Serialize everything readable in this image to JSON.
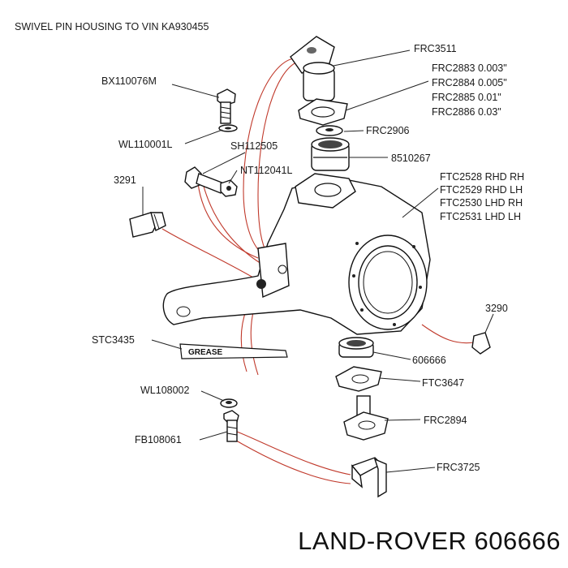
{
  "title": "SWIVEL PIN HOUSING TO VIN KA930455",
  "brand": "LAND-ROVER 606666",
  "grease_label": "GREASE",
  "labels": {
    "frc3511": "FRC3511",
    "frc2883": "FRC2883 0.003\"",
    "frc2884": "FRC2884 0.005\"",
    "frc2885": "FRC2885 0.01\"",
    "frc2886": "FRC2886 0.03\"",
    "bx110076m": "BX110076M",
    "frc2906": "FRC2906",
    "wl110001l": "WL110001L",
    "sh112505": "SH112505",
    "p8510267": "8510267",
    "nt112041l": "NT112041L",
    "ftc2528": "FTC2528 RHD RH",
    "ftc2529": "FTC2529 RHD LH",
    "ftc2530": "FTC2530 LHD RH",
    "ftc2531": "FTC2531 LHD LH",
    "p3291": "3291",
    "p3290": "3290",
    "stc3435": "STC3435",
    "p606666": "606666",
    "ftc3647": "FTC3647",
    "wl108002": "WL108002",
    "frc2894": "FRC2894",
    "fb108061": "FB108061",
    "frc3725": "FRC3725"
  }
}
